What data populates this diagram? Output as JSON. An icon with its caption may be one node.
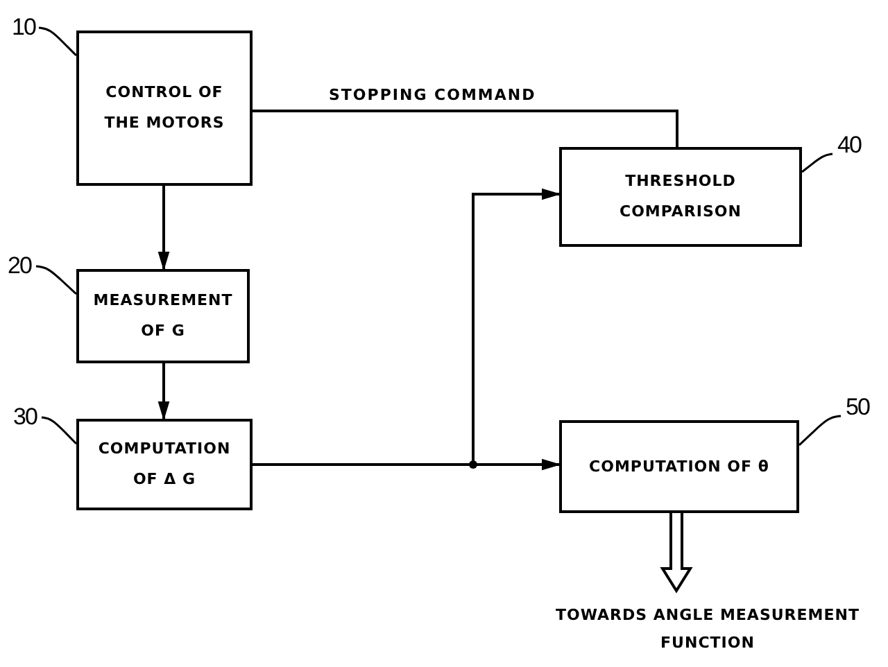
{
  "diagram": {
    "nodes": [
      {
        "text": [
          "CONTROL OF THE MOTORS"
        ]
      },
      {
        "text": [
          "MEASUREMENT OF G"
        ]
      },
      {
        "text": [
          "COMPUTATION OF Δ G"
        ]
      },
      {
        "text": [
          "THRESHOLD COMPARISON"
        ]
      },
      {
        "text": [
          "COMPUTATION OF θ"
        ]
      },
      {
        "text": [
          "TOWARDS ANGLE MEASUREMENT FUNCTION"
        ]
      },
      {
        "text": [
          "10"
        ]
      },
      {
        "text": [
          "20"
        ]
      },
      {
        "text": [
          "30"
        ]
      },
      {
        "text": [
          "40"
        ]
      },
      {
        "text": [
          "50"
        ]
      }
    ],
    "edges": [
      {
        "from": 0,
        "to": 1,
        "arrow": "to"
      },
      {
        "from": 1,
        "to": 2,
        "arrow": "to"
      },
      {
        "from": 2,
        "to": 3,
        "arrow": "to"
      },
      {
        "from": 2,
        "to": 4,
        "arrow": "to"
      },
      {
        "from": 4,
        "to": 5,
        "arrow": "to",
        "style": "thick"
      },
      {
        "from": 3,
        "to": 0,
        "arrow": "none",
        "label": "STOPPING COMMAND"
      },
      {
        "from": 6,
        "to": 0,
        "arrow": "none"
      },
      {
        "from": 7,
        "to": 1,
        "arrow": "none"
      },
      {
        "from": 8,
        "to": 2,
        "arrow": "none"
      },
      {
        "from": 9,
        "to": 3,
        "arrow": "none"
      },
      {
        "from": 10,
        "to": 4,
        "arrow": "none"
      }
    ]
  }
}
